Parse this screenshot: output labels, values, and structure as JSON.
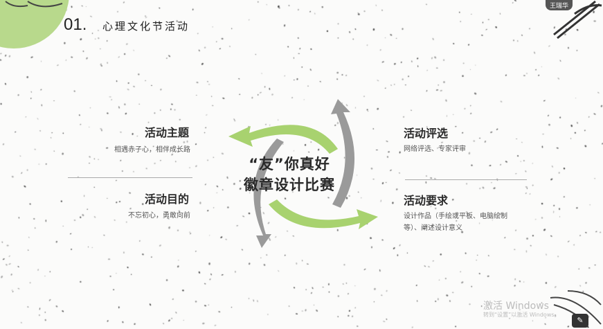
{
  "header": {
    "number": "01.",
    "title": "心理文化节活动"
  },
  "presenter_badge": "王瑞华",
  "center_title": {
    "line1": "“友”你真好",
    "line2": "徽章设计比赛"
  },
  "left": [
    {
      "heading": "活动主题",
      "text": "相遇赤子心，相伴成长路"
    },
    {
      "heading": "活动目的",
      "text": "不忘初心，勇敢向前"
    }
  ],
  "right": [
    {
      "heading": "活动评选",
      "text": "网络评选、专家评审"
    },
    {
      "heading": "活动要求",
      "text_line1": "设计作品（手绘或平板、电脑绘制",
      "text_line2": "等）、阐述设计意义"
    }
  ],
  "watermark": {
    "line1": "激活 Windows",
    "line2": "转到“设置”以激活 Windows。"
  },
  "colors": {
    "green": "#a8d26f",
    "gray": "#9a9a9a",
    "blob": "#b8d98c"
  }
}
